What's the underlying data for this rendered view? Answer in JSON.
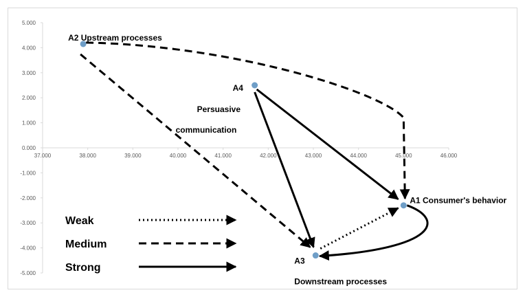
{
  "chart_data": {
    "type": "scatter",
    "title": "",
    "xlim": [
      37.0,
      46.0
    ],
    "ylim": [
      -5.0,
      5.0
    ],
    "grid": false,
    "x_tick_labels": [
      "37.000",
      "38.000",
      "39.000",
      "40.000",
      "41.000",
      "42.000",
      "43.000",
      "44.000",
      "45.000",
      "46.000"
    ],
    "y_tick_labels": [
      "5.000",
      "4.000",
      "3.000",
      "2.000",
      "1.000",
      "0.000",
      "-1.000",
      "-2.000",
      "-3.000",
      "-4.000",
      "-5.000"
    ],
    "points": [
      {
        "id": "A1",
        "x": 45.0,
        "y": -2.3,
        "label": "A1 Consumer's behavior"
      },
      {
        "id": "A2",
        "x": 37.9,
        "y": 4.15,
        "label": "A2 Upstream processes"
      },
      {
        "id": "A3",
        "x": 43.05,
        "y": -4.3,
        "label": "A3",
        "label2": "Downstream processes"
      },
      {
        "id": "A4",
        "x": 41.7,
        "y": 2.5,
        "label": "A4",
        "label2": "Persuasive",
        "label3": "communication"
      }
    ],
    "links": [
      {
        "from": "A2",
        "to": "A1",
        "strength": "medium"
      },
      {
        "from": "A2",
        "to": "A3",
        "strength": "medium"
      },
      {
        "from": "A4",
        "to": "A1",
        "strength": "strong"
      },
      {
        "from": "A4",
        "to": "A3",
        "strength": "strong"
      },
      {
        "from": "A1",
        "to": "A3",
        "strength": "strong"
      },
      {
        "from": "A3",
        "to": "A1",
        "strength": "weak"
      }
    ],
    "legend": [
      {
        "label": "Weak",
        "style": "dotted"
      },
      {
        "label": "Medium",
        "style": "dashed"
      },
      {
        "label": "Strong",
        "style": "solid"
      }
    ],
    "point_color": "#6f9ec7",
    "line_color": "#000000",
    "axis_color": "#d9d9d9"
  }
}
